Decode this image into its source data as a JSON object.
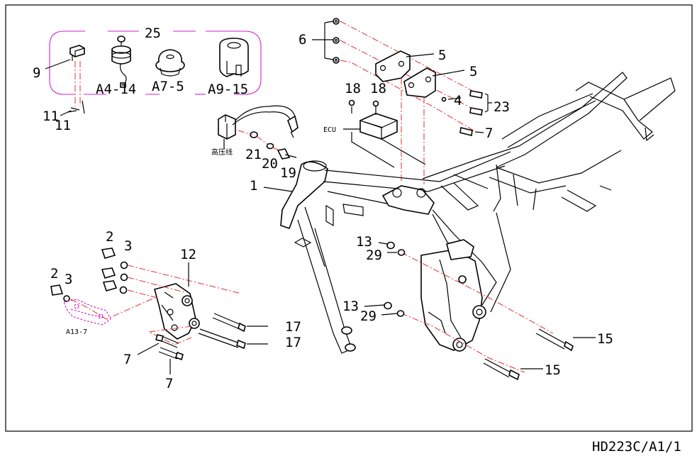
{
  "drawing": {
    "code": "HD223C/A1/1",
    "callouts": {
      "c1": "1",
      "c2a": "2",
      "c2b": "2",
      "c3a": "3",
      "c3b": "3",
      "c4": "4",
      "c5a": "5",
      "c5b": "5",
      "c6": "6",
      "c7a": "7",
      "c7b": "7",
      "c7c": "7",
      "c9": "9",
      "c11a": "11",
      "c11b": "11",
      "c12": "12",
      "c13a": "13",
      "c13b": "13",
      "c15a": "15",
      "c15b": "15",
      "c17a": "17",
      "c17b": "17",
      "c18a": "18",
      "c18b": "18",
      "c19": "19",
      "c20": "20",
      "c21": "21",
      "c23": "23",
      "c25": "25",
      "c29a": "29",
      "c29b": "29",
      "a4": "A4-14",
      "a7": "A7-5",
      "a9": "A9-15",
      "a13": "A13-7",
      "ecu": "ECU",
      "harness_tag": "高压线"
    }
  }
}
